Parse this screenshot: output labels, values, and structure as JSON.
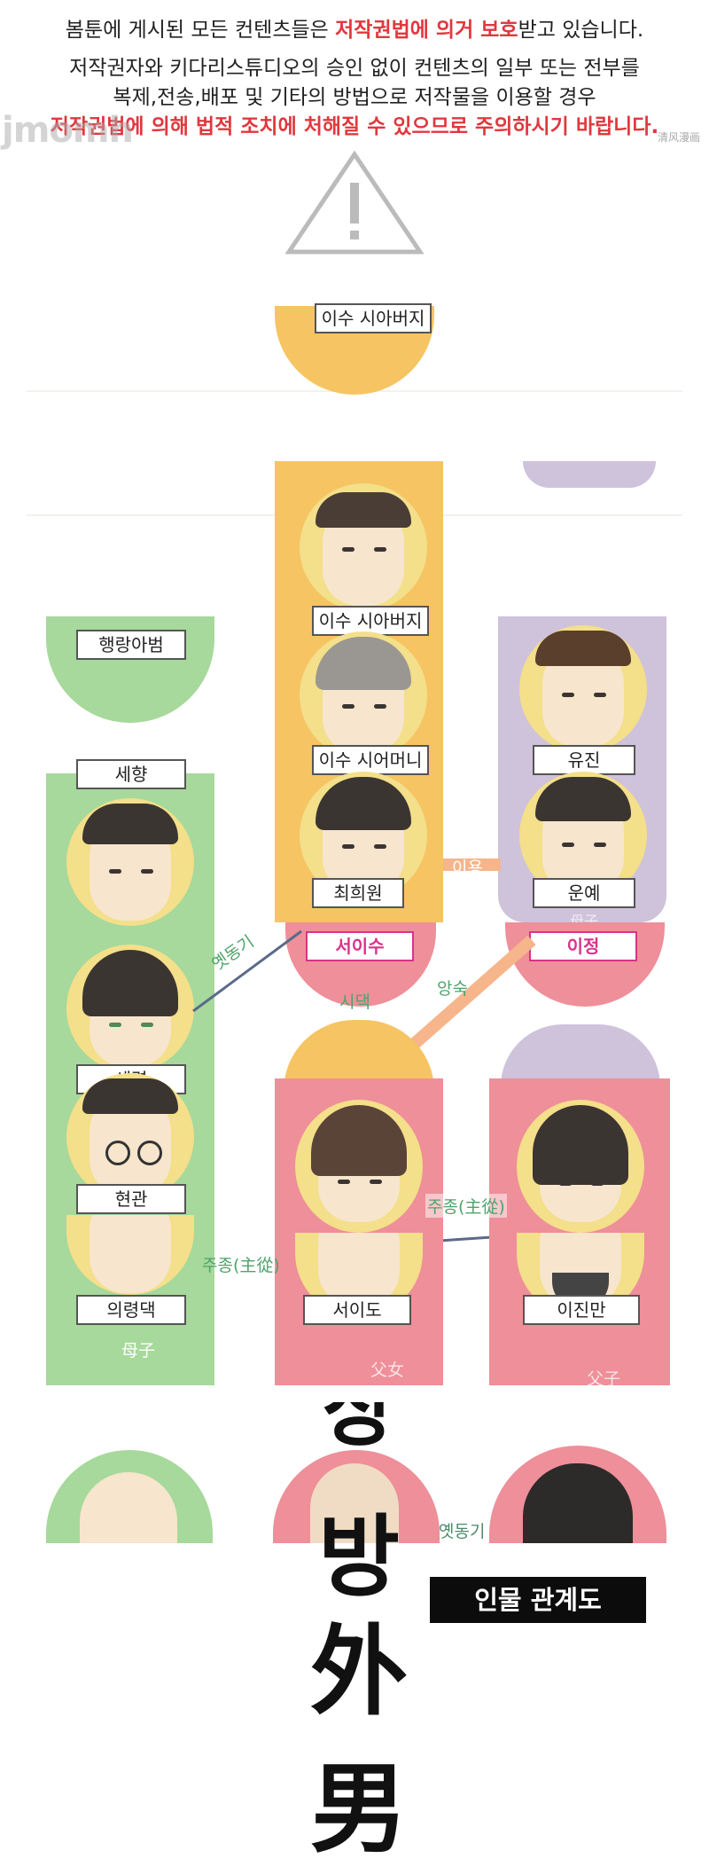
{
  "notice": {
    "line1_a": "봄툰에 게시된 모든 컨텐츠들은 ",
    "line1_b": "저작권법에 의거 보호",
    "line1_c": "받고 있습니다.",
    "line2": "저작권자와 키다리스튜디오의 승인 없이 컨텐츠의 일부 또는 전부를",
    "line3": "복제,전송,배포 및 기타의 방법으로 저작물을 이용할 경우",
    "line4": "저작권법에 의해 법적 조치에 처해질 수 있으므로 주의하시기 바랍니다."
  },
  "watermark": {
    "left": "jmomh",
    "right": "清风漫画"
  },
  "characters": {
    "isu_father_top": "이수 시아버지",
    "isu_father": "이수 시아버지",
    "haengrang": "행랑아범",
    "isu_mother": "이수 시어머니",
    "yujin": "유진",
    "sehyang": "세향",
    "choi": "최희원",
    "unye": "운예",
    "seoisu": "서이수",
    "ijeong": "이정",
    "seryeong": "세령",
    "hyeongwan": "현관",
    "uiryeongdaek": "의령댁",
    "seoido": "서이도",
    "ijinman": "이진만"
  },
  "relations": {
    "iyong": "이용",
    "mother_child_1": "母子",
    "yetdonggi_1": "옛동기",
    "sidaek": "시댁",
    "angsuk": "앙숙",
    "jujong_1": "주종(主從)",
    "jujong_2": "주종(主從)",
    "mother_child_2": "母子",
    "father_daughter": "父女",
    "father_son": "父子",
    "yetdonggi_2": "옛동기"
  },
  "title": "인물 관계도",
  "calligraphy": [
    "상",
    "방",
    "外",
    "男"
  ]
}
